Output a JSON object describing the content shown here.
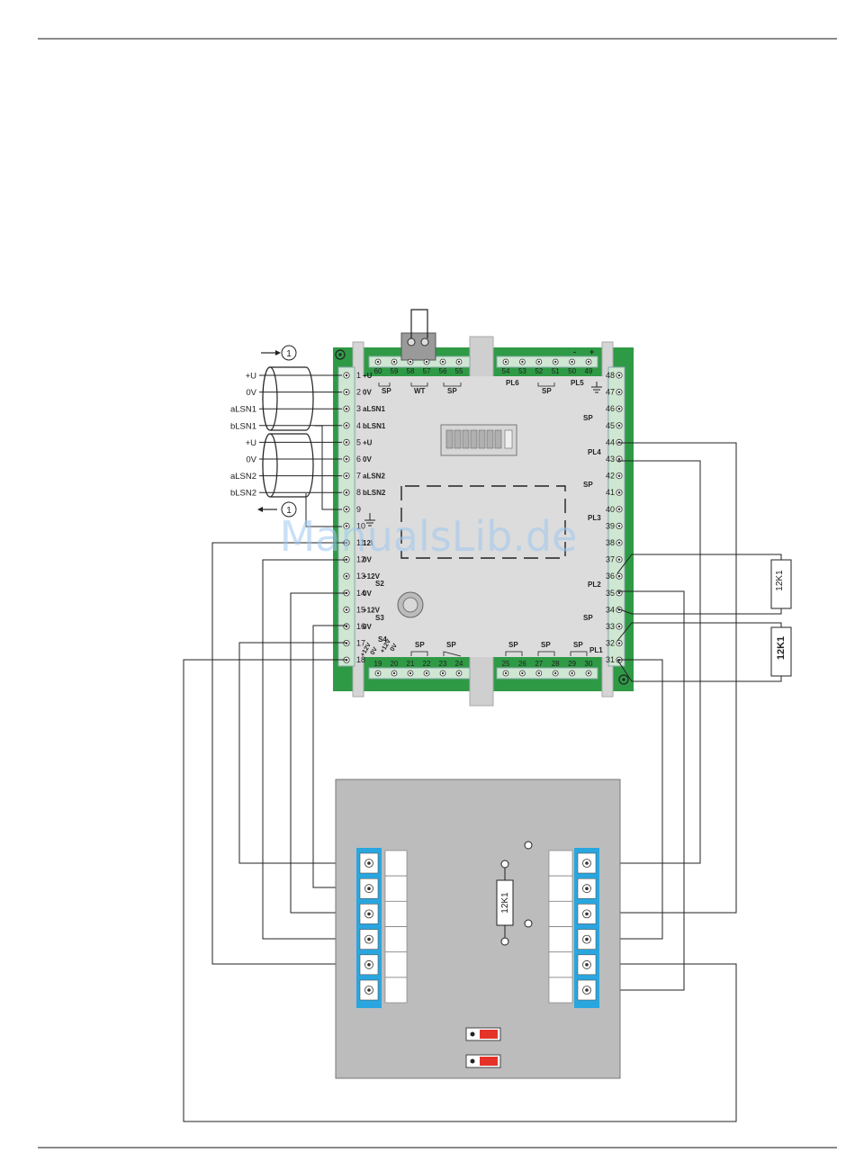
{
  "watermark": "ManualsLib.de",
  "cable_labels": {
    "left_top": [
      "+U",
      "0V",
      "aLSN1",
      "bLSN1"
    ],
    "left_bottom": [
      "+U",
      "0V",
      "aLSN2",
      "bLSN2"
    ],
    "marker": "1"
  },
  "left_terminals": {
    "numbers": [
      "1",
      "2",
      "3",
      "4",
      "5",
      "6",
      "7",
      "8",
      "9",
      "10",
      "11",
      "12",
      "13",
      "14",
      "15",
      "16",
      "17",
      "18"
    ],
    "signals": [
      "+U",
      "0V",
      "aLSN1",
      "bLSN1",
      "+U",
      "0V",
      "aLSN2",
      "bLSN2",
      "",
      "",
      "12\\",
      "0V",
      "+12V",
      "0V",
      "+12V",
      "0V",
      "",
      ""
    ],
    "group_labels": {
      "s2": "S2",
      "s3": "S3",
      "s4": "S4",
      "s4_tilted": [
        "+12V",
        "0V",
        "+12V",
        "0V"
      ]
    }
  },
  "top_terminals": {
    "left_numbers": [
      "60",
      "59",
      "58",
      "57",
      "56",
      "55"
    ],
    "right_numbers": [
      "54",
      "53",
      "52",
      "51",
      "50",
      "49"
    ],
    "group_labels": {
      "sp1": "SP",
      "wt": "WT",
      "sp2": "SP",
      "pl6": "PL6",
      "sp3": "SP",
      "pl5": "PL5",
      "minus": "-",
      "plus": "+"
    }
  },
  "right_terminals": {
    "numbers": [
      "48",
      "47",
      "46",
      "45",
      "44",
      "43",
      "42",
      "41",
      "40",
      "39",
      "38",
      "37",
      "36",
      "35",
      "34",
      "33",
      "32",
      "31"
    ],
    "group_labels": {
      "sp1": "SP",
      "pl4": "PL4",
      "sp2": "SP",
      "pl3": "PL3",
      "pl2": "PL2",
      "sp3": "SP",
      "pl1": "PL1"
    }
  },
  "bottom_terminals": {
    "left_numbers": [
      "19",
      "20",
      "21",
      "22",
      "23",
      "24"
    ],
    "right_numbers": [
      "25",
      "26",
      "27",
      "28",
      "29",
      "30"
    ],
    "group_labels": {
      "sp1": "SP",
      "sp2": "SP",
      "sp3": "SP",
      "sp4": "SP",
      "sp5": "SP"
    }
  },
  "resistors": {
    "r1": "12K1",
    "r2": "12K1",
    "relay": "12K1"
  }
}
